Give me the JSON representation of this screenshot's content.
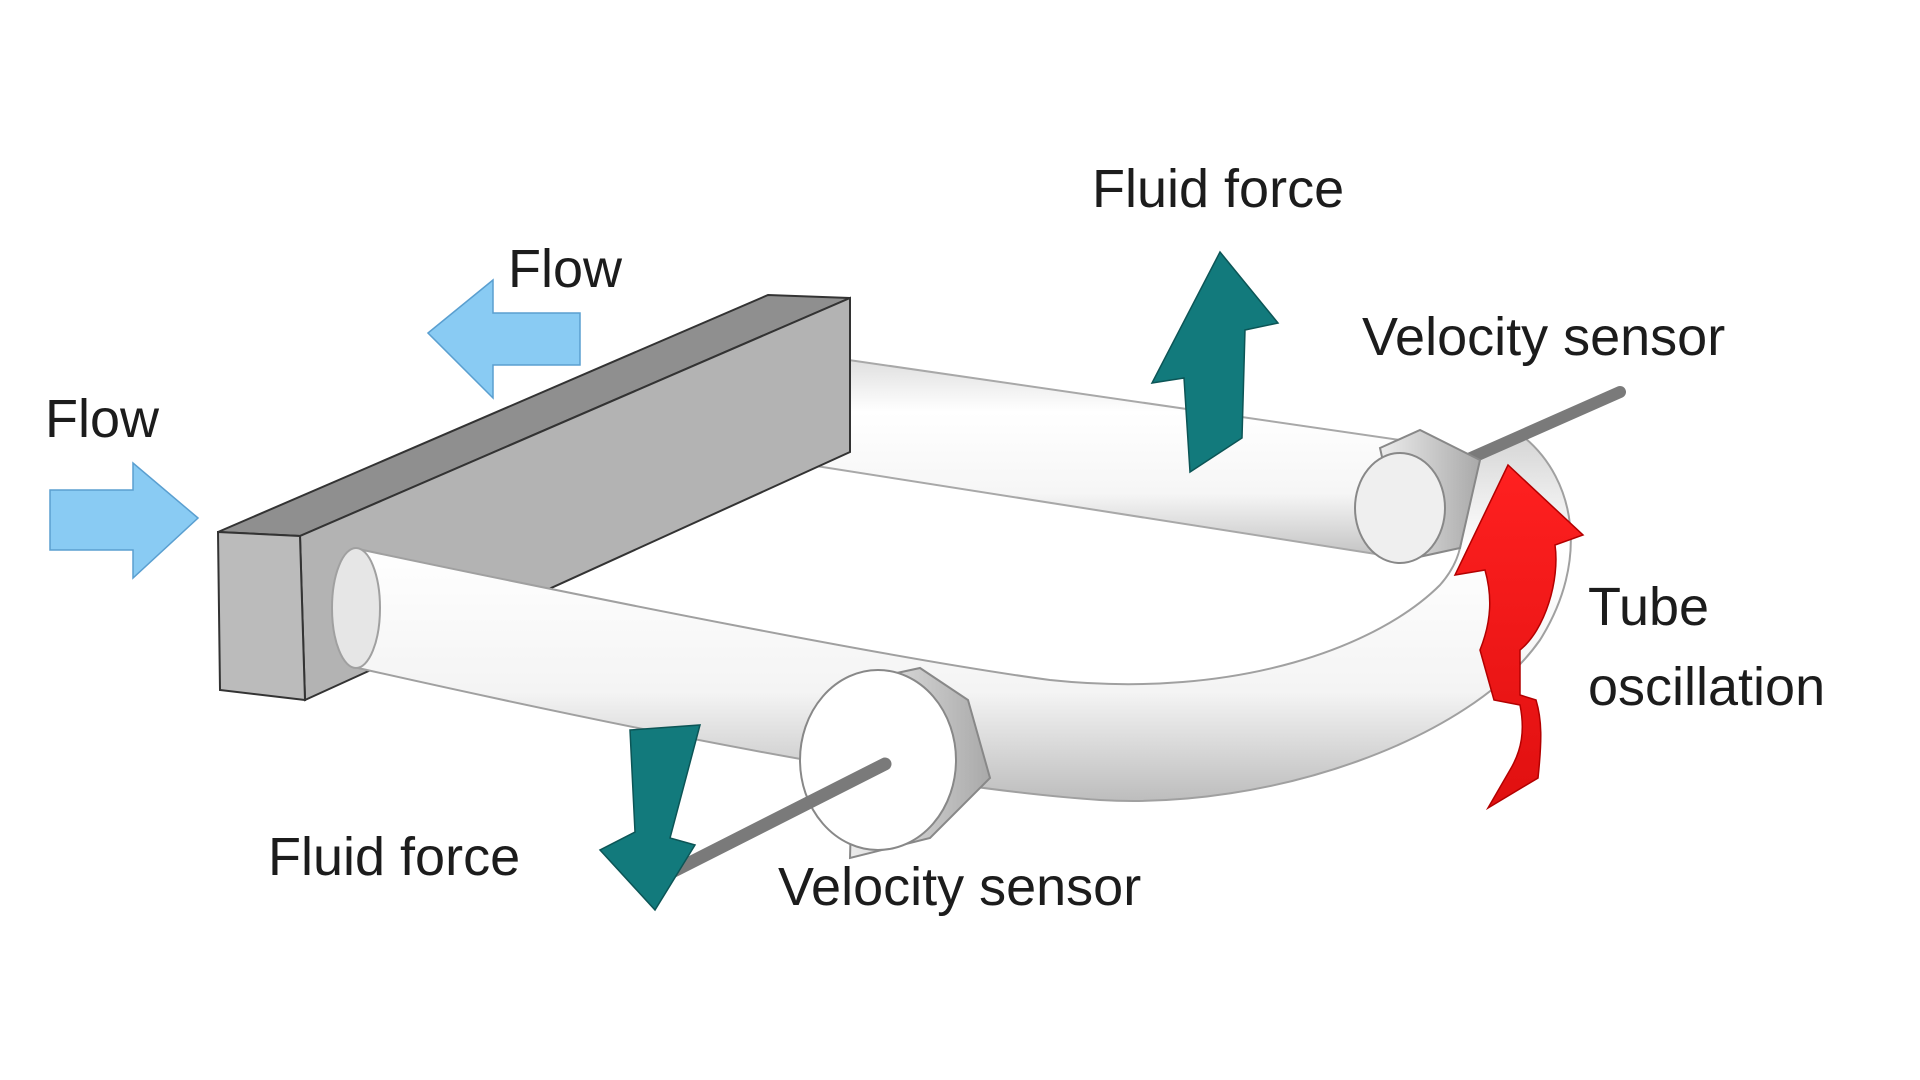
{
  "labels": {
    "flow_top": "Flow",
    "flow_left": "Flow",
    "fluid_force_top": "Fluid force",
    "fluid_force_bottom": "Fluid force",
    "velocity_sensor_right": "Velocity sensor",
    "velocity_sensor_bottom": "Velocity sensor",
    "tube_oscillation_line1": "Tube",
    "tube_oscillation_line2": "oscillation"
  },
  "colors": {
    "flow_arrow": "#89CBF3",
    "fluid_force_arrow": "#127A7C",
    "tube_oscillation_arrow": "#EE1111",
    "mount_block_front": "#BBBBBB",
    "mount_block_top": "#8F8F8F",
    "tube": "#F8F8F8",
    "sensor_rod": "#7A7A7A"
  },
  "icons": {
    "flow_in_arrow": "arrow-right-icon",
    "flow_out_arrow": "arrow-left-icon",
    "fluid_force_up_arrow": "arrow-up-icon",
    "fluid_force_down_arrow": "arrow-down-icon",
    "tube_oscillation_arrow": "arrow-curved-up-icon"
  }
}
